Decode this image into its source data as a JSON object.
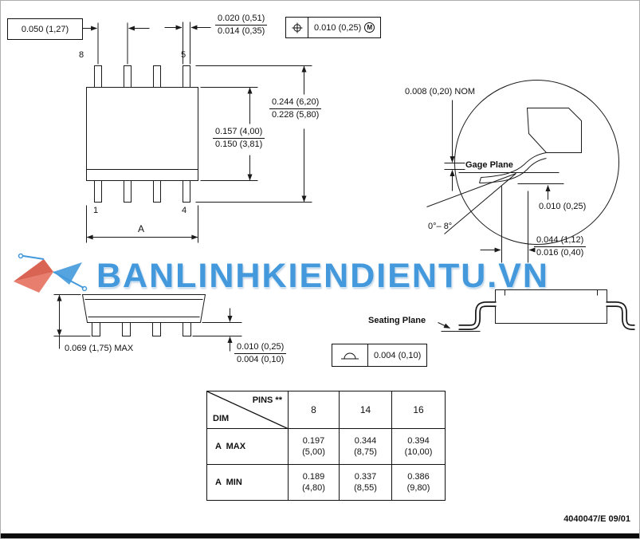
{
  "watermark": {
    "text": "BANLINHKIENDIENTU.VN"
  },
  "icons": {
    "position_tolerance": "position-tolerance-icon",
    "seating_datum": "seating-plane-datum-icon",
    "watermark_logo": "watermark-logo"
  },
  "colors": {
    "line": "#1a1a1a",
    "watermark_blue": "#2f8ed8",
    "watermark_red": "#d0402e"
  },
  "dims": {
    "pitch": "0.050 (1,27)",
    "lead_width_max": "0.020 (0,51)",
    "lead_width_min": "0.014 (0,35)",
    "true_position": "0.010 (0,25)",
    "mmc": "M",
    "pin_8": "8",
    "pin_5": "5",
    "pin_1": "1",
    "pin_4": "4",
    "body_width_max": "0.157 (4,00)",
    "body_width_min": "0.150 (3,81)",
    "span_max": "0.244 (6,20)",
    "span_min": "0.228 (5,80)",
    "length_ref": "A",
    "lead_thickness": "0.008 (0,20) NOM",
    "gage_plane": "Gage Plane",
    "gage_offset": "0.010 (0,25)",
    "lead_angle": "0°– 8°",
    "foot_max": "0.044 (1,12)",
    "foot_min": "0.016 (0,40)",
    "height": "0.069 (1,75) MAX",
    "standoff_max": "0.010 (0,25)",
    "standoff_min": "0.004 (0,10)",
    "flatness": "0.004 (0,10)",
    "seating_plane": "Seating Plane"
  },
  "table": {
    "header_pins": "PINS **",
    "header_dim": "DIM",
    "columns": [
      "8",
      "14",
      "16"
    ],
    "rows": [
      {
        "label": "A  MAX",
        "values": [
          "0.197\n(5,00)",
          "0.344\n(8,75)",
          "0.394\n(10,00)"
        ]
      },
      {
        "label": "A  MIN",
        "values": [
          "0.189\n(4,80)",
          "0.337\n(8,55)",
          "0.386\n(9,80)"
        ]
      }
    ]
  },
  "footer": {
    "doc_number": "4040047/E 09/01"
  }
}
